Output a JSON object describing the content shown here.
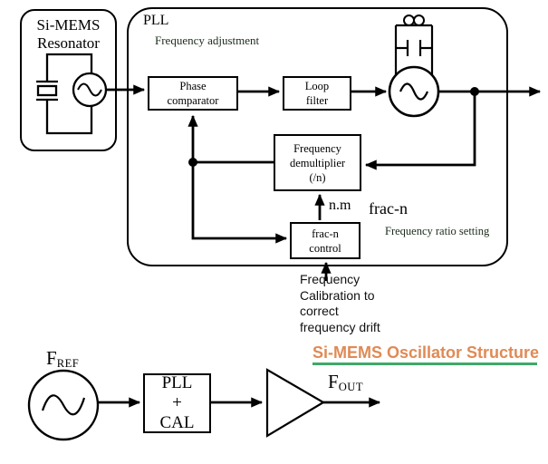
{
  "resonator": {
    "line1": "Si-MEMS",
    "line2": "Resonator"
  },
  "pll": {
    "title": "PLL",
    "subtitle": "Frequency adjustment",
    "phase_comparator": {
      "line1": "Phase",
      "line2": "comparator"
    },
    "loop_filter": {
      "line1": "Loop",
      "line2": "filter"
    },
    "demultiplier": {
      "line1": "Frequency",
      "line2": "demultiplier",
      "line3": "(/n)"
    },
    "fracn_control": {
      "line1": "frac-n",
      "line2": "control"
    },
    "nm_label": "n.m",
    "fracn_label": "frac-n",
    "fracn_sublabel": "Frequency ratio setting"
  },
  "calibration": {
    "line1": "Frequency",
    "line2": "Calibration to",
    "line3": "correct",
    "line4": "frequency drift"
  },
  "bottom": {
    "fref_base": "F",
    "fref_sub": "REF",
    "pll_cal": {
      "line1": "PLL",
      "line2": "+",
      "line3": "CAL"
    },
    "fout_base": "F",
    "fout_sub": "OUT"
  },
  "title": {
    "text": "Si-MEMS Oscillator Structure"
  },
  "colors": {
    "title_text": "#E08A55",
    "title_underline": "#3EA96B",
    "diagram_lines": "#000000",
    "background": "#FFFFFF"
  }
}
